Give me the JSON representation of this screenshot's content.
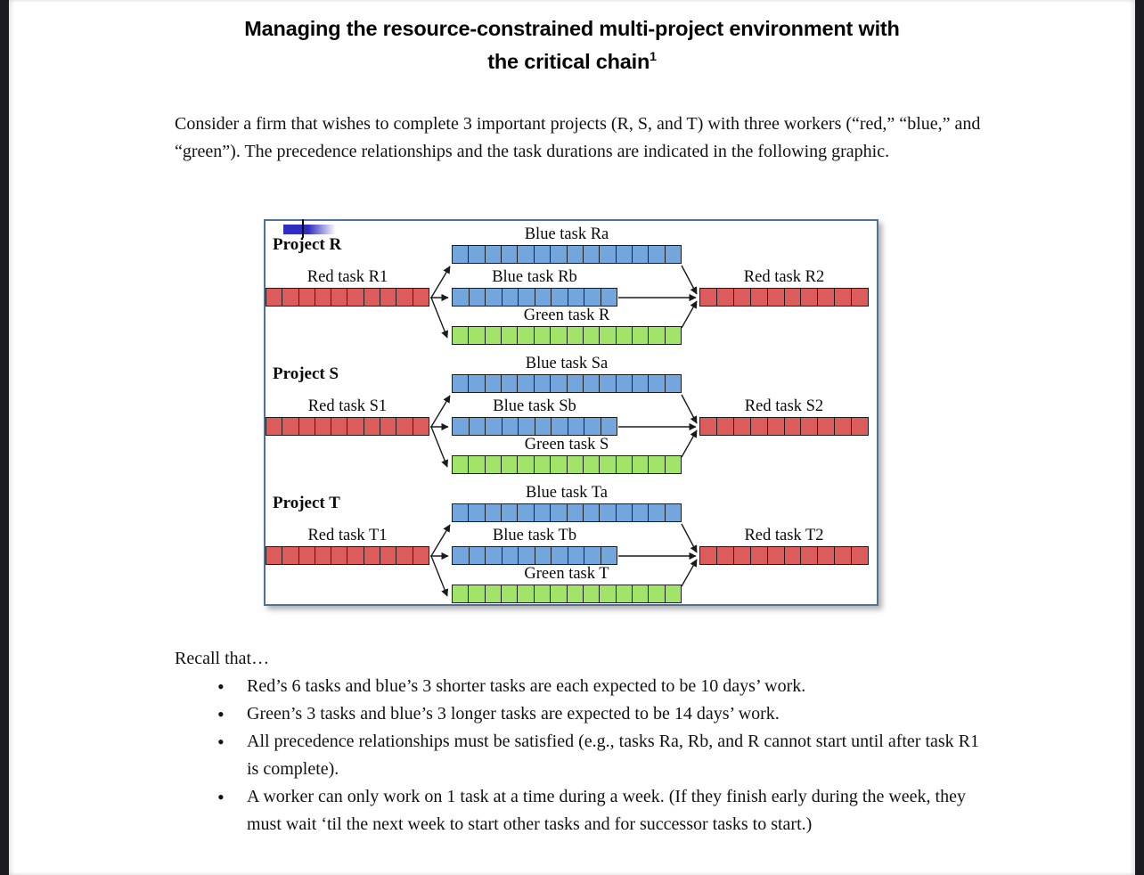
{
  "title": {
    "line1": "Managing the resource-constrained multi-project environment with",
    "line2": "the critical chain",
    "superscript": "1"
  },
  "intro": "Consider a firm that wishes to complete 3 important projects (R, S, and T) with three workers (“red,” “blue,” and “green”).  The precedence relationships and the task durations are indicated in the following graphic.",
  "recall": {
    "heading": "Recall that…",
    "bullets": [
      "Red’s 6 tasks and blue’s 3 shorter tasks are each expected to be 10 days’ work.",
      "Green’s 3 tasks and blue’s 3 longer tasks are expected to be 14 days’ work.",
      "All precedence relationships must be satisfied (e.g., tasks Ra, Rb, and R cannot start until after task R1 is complete).",
      "A worker can only work on 1 task at a time during a week.  (If they finish early during the week, they must wait ‘til the next week to start other tasks and for successor tasks to start.)"
    ]
  },
  "diagram": {
    "colors": {
      "red": "#dc5c5c",
      "blue": "#73a6dd",
      "green": "#a2e469",
      "box_border": "#51719c",
      "artifact_blue": "#2e2ec4"
    },
    "projects": [
      {
        "id": "R",
        "label": "Project R",
        "tasks": [
          {
            "key": "red1",
            "label": "Red task R1",
            "color": "red",
            "cells": 10
          },
          {
            "key": "blue_a",
            "label": "Blue task Ra",
            "color": "blue",
            "cells": 14
          },
          {
            "key": "blue_b",
            "label": "Blue task Rb",
            "color": "blue",
            "cells": 10
          },
          {
            "key": "green",
            "label": "Green task R",
            "color": "green",
            "cells": 14
          },
          {
            "key": "red2",
            "label": "Red task R2",
            "color": "red",
            "cells": 10
          }
        ]
      },
      {
        "id": "S",
        "label": "Project S",
        "tasks": [
          {
            "key": "red1",
            "label": "Red task S1",
            "color": "red",
            "cells": 10
          },
          {
            "key": "blue_a",
            "label": "Blue task Sa",
            "color": "blue",
            "cells": 14
          },
          {
            "key": "blue_b",
            "label": "Blue task Sb",
            "color": "blue",
            "cells": 10
          },
          {
            "key": "green",
            "label": "Green task S",
            "color": "green",
            "cells": 14
          },
          {
            "key": "red2",
            "label": "Red task S2",
            "color": "red",
            "cells": 10
          }
        ]
      },
      {
        "id": "T",
        "label": "Project T",
        "tasks": [
          {
            "key": "red1",
            "label": "Red task T1",
            "color": "red",
            "cells": 10
          },
          {
            "key": "blue_a",
            "label": "Blue task Ta",
            "color": "blue",
            "cells": 14
          },
          {
            "key": "blue_b",
            "label": "Blue task Tb",
            "color": "blue",
            "cells": 10
          },
          {
            "key": "green",
            "label": "Green task T",
            "color": "green",
            "cells": 14
          },
          {
            "key": "red2",
            "label": "Red task T2",
            "color": "red",
            "cells": 10
          }
        ]
      }
    ]
  }
}
